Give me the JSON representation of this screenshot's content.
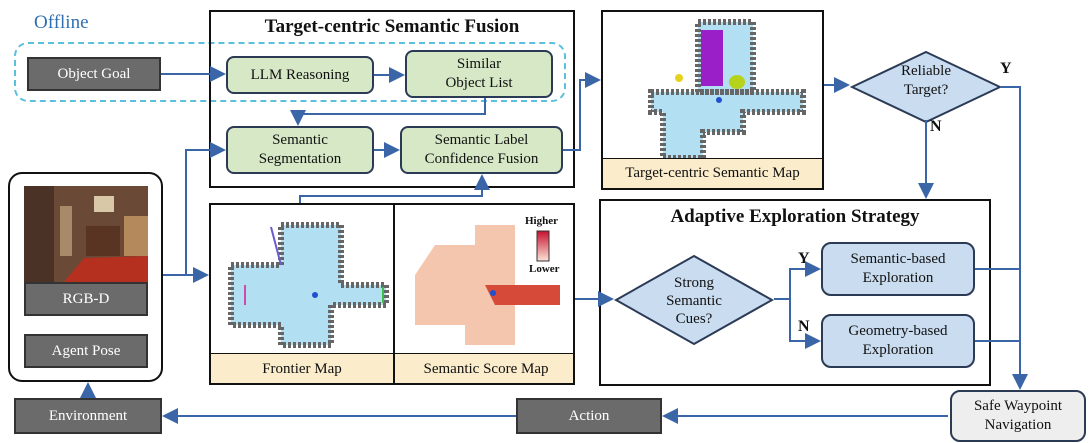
{
  "offline": {
    "label": "Offline"
  },
  "fusion": {
    "title": "Target-centric Semantic Fusion",
    "llm": "LLM Reasoning",
    "similar": [
      "Similar",
      "Object List"
    ],
    "segmentation": [
      "Semantic",
      "Segmentation"
    ],
    "label_fusion": [
      "Semantic Label",
      "Confidence Fusion"
    ]
  },
  "object_goal": "Object Goal",
  "semantic_map": {
    "caption": "Target-centric Semantic Map"
  },
  "decision": {
    "question": [
      "Reliable",
      "Target?"
    ],
    "yes": "Y",
    "no": "N"
  },
  "agent": {
    "rgbd": "RGB-D",
    "pose": "Agent Pose"
  },
  "maps": {
    "frontier": "Frontier Map",
    "score": "Semantic Score Map",
    "higher": "Higher",
    "lower": "Lower"
  },
  "exploration": {
    "title": "Adaptive Exploration Strategy",
    "question": [
      "Strong",
      "Semantic",
      "Cues?"
    ],
    "yes": "Y",
    "no": "N",
    "semantic": [
      "Semantic-based",
      "Exploration"
    ],
    "geometry": [
      "Geometry-based",
      "Exploration"
    ]
  },
  "environment": "Environment",
  "action": "Action",
  "waypoint": [
    "Safe Waypoint",
    "Navigation"
  ],
  "colors": {
    "arrow": "#3a66a8",
    "green": "#d6e8c6",
    "blue": "#c9dcf0",
    "caption": "#fbeccb",
    "offline": "#5bc0de"
  }
}
